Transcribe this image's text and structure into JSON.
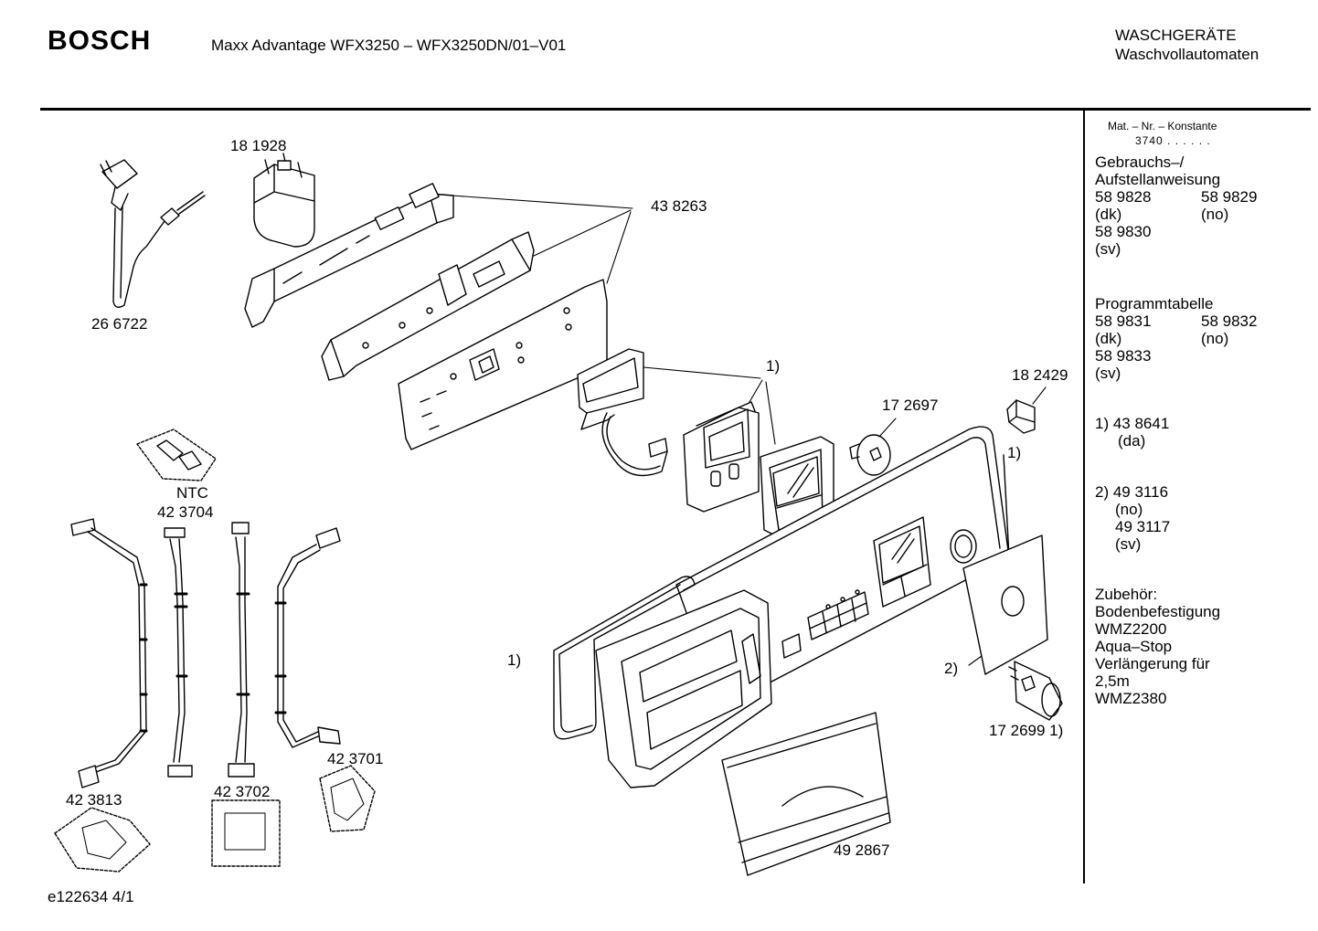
{
  "header": {
    "brand": "BOSCH",
    "model": "Maxx Advantage WFX3250 – WFX3250DN/01–V01",
    "category_line1": "WASCHGERÄTE",
    "category_line2": "Waschvollautomaten"
  },
  "sidebar": {
    "mat_label": "Mat. – Nr. – Konstante",
    "mat_value": "3740 . . . . . .",
    "manual_title_1": "Gebrauchs–/",
    "manual_title_2": "Aufstellanweisung",
    "manual": [
      {
        "num": "58 9828",
        "lang": "(dk)",
        "num2": "58 9829",
        "lang2": "(no)"
      },
      {
        "num": "58 9830",
        "lang": "(sv)"
      }
    ],
    "prog_title": "Programmtabelle",
    "prog": [
      {
        "num": "58 9831",
        "lang": "(dk)",
        "num2": "58 9832",
        "lang2": "(no)"
      },
      {
        "num": "58 9833",
        "lang": "(sv)"
      }
    ],
    "note1_line1": "1)  43 8641",
    "note1_line2": "(da)",
    "note2_line1": "2)  49 3116",
    "note2_line2": "(no)",
    "note2_line3": "49 3117",
    "note2_line4": "(sv)",
    "accessories": [
      "Zubehör:",
      "Bodenbefestigung",
      "WMZ2200",
      "Aqua–Stop",
      "Verlängerung für",
      "2,5m",
      "WMZ2380"
    ]
  },
  "parts": {
    "p181928": "18 1928",
    "p266722": "26 6722",
    "p438263": "43 8263",
    "note_top": "1)",
    "p172697": "17 2697",
    "p182429": "18 2429",
    "note_panel": "1)",
    "ntc": "NTC",
    "p423704": "42 3704",
    "note_gasket": "1)",
    "note_cover": "2)",
    "p172699": "17 2699 1)",
    "p423701": "42 3701",
    "p423813": "42 3813",
    "p423702": "42 3702",
    "p492867": "49 2867"
  },
  "footer": {
    "doc_id": "e122634  4/1"
  }
}
